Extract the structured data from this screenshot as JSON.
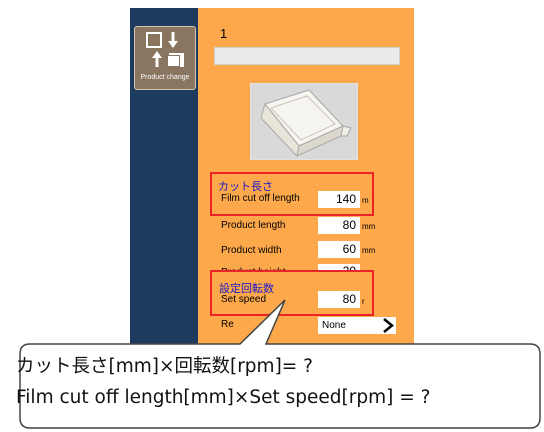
{
  "sidebar": {
    "product_change_label": "Product change"
  },
  "product": {
    "number": "1"
  },
  "fields": {
    "film_cut_jp": "カット長さ",
    "film_cut_label": "Film cut off length",
    "film_cut_value": "140",
    "film_cut_unit": "m",
    "product_length_label": "Product length",
    "product_length_value": "80",
    "product_length_unit": "mm",
    "product_width_label": "Product width",
    "product_width_value": "60",
    "product_width_unit": "mm",
    "product_height_label": "Product height",
    "product_height_value": "20",
    "set_speed_jp": "設定回転数",
    "set_speed_label": "Set speed",
    "set_speed_value": "80",
    "set_speed_unit": "r",
    "reg_label": "Re",
    "reg_value": "None"
  },
  "callout": {
    "line1": "カット長さ[mm]×回転数[rpm]= ?",
    "line2": "Film cut off length[mm]×Set speed[rpm] = ?"
  },
  "colors": {
    "panel": "#fca84b",
    "sidebar": "#1c3b5e",
    "highlight": "#e8232a",
    "jp_text": "#1b1bc8"
  }
}
